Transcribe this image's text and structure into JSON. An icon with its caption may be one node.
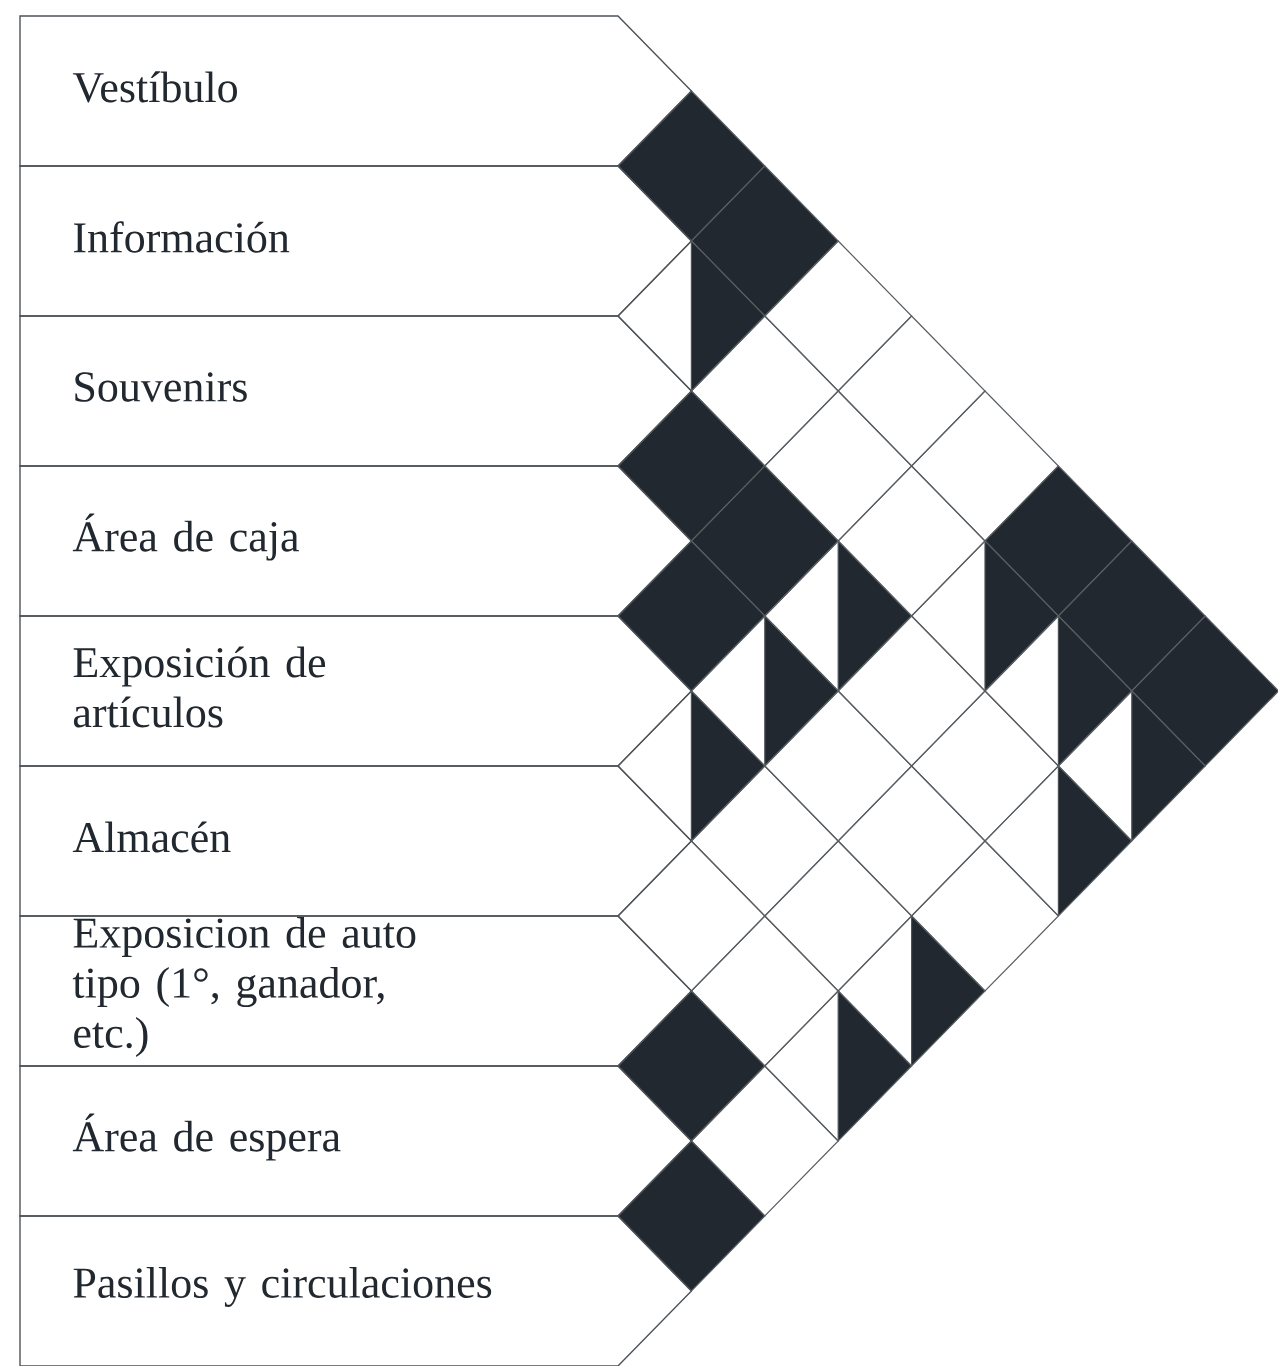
{
  "diagram": {
    "nodes": [
      {
        "text": [
          "Vestíbulo"
        ]
      },
      {
        "text": [
          "Información"
        ]
      },
      {
        "text": [
          "Souvenirs"
        ]
      },
      {
        "text": [
          "Área de caja"
        ]
      },
      {
        "text": [
          "Exposición de artículos"
        ]
      },
      {
        "text": [
          "Almacén"
        ]
      },
      {
        "text": [
          "Exposicion de auto tipo (1°, ganador, etc.)"
        ]
      },
      {
        "text": [
          "Área de espera"
        ]
      },
      {
        "text": [
          "Pasillos y circulaciones"
        ]
      }
    ]
  }
}
